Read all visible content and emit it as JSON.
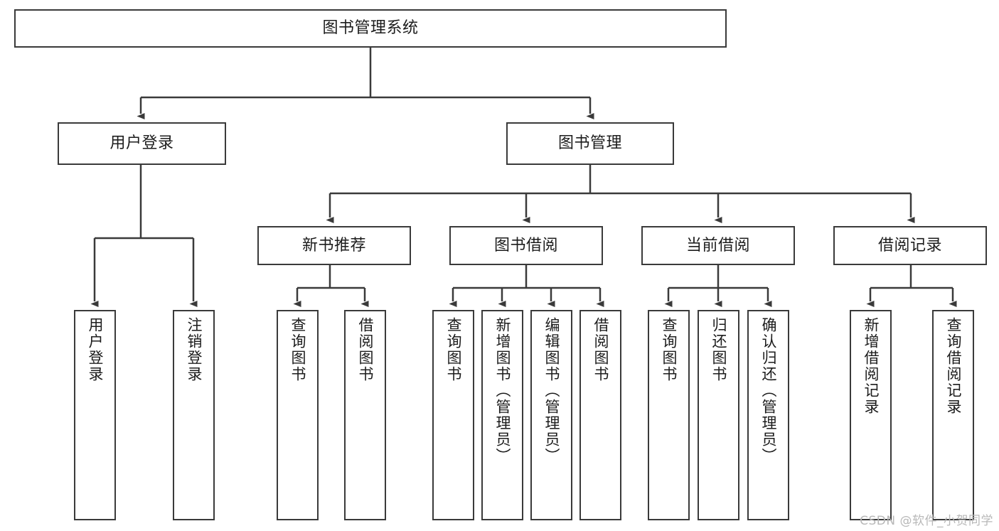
{
  "diagram": {
    "type": "tree-hierarchy",
    "root": {
      "id": "root",
      "label": "图书管理系统"
    },
    "level2": [
      {
        "id": "user-login",
        "label": "用户登录"
      },
      {
        "id": "book-management",
        "label": "图书管理"
      }
    ],
    "level3": [
      {
        "id": "new-book-recommend",
        "label": "新书推荐",
        "parent": "book-management"
      },
      {
        "id": "book-borrow",
        "label": "图书借阅",
        "parent": "book-management"
      },
      {
        "id": "current-borrow",
        "label": "当前借阅",
        "parent": "book-management"
      },
      {
        "id": "borrow-record",
        "label": "借阅记录",
        "parent": "book-management"
      }
    ],
    "leaves": [
      {
        "id": "leaf-user-login",
        "label": "用户登录",
        "parent": "user-login"
      },
      {
        "id": "leaf-user-logout",
        "label": "注销登录",
        "parent": "user-login"
      },
      {
        "id": "leaf-query-book-1",
        "label": "查询图书",
        "parent": "new-book-recommend"
      },
      {
        "id": "leaf-borrow-book-1",
        "label": "借阅图书",
        "parent": "new-book-recommend"
      },
      {
        "id": "leaf-query-book-2",
        "label": "查询图书",
        "parent": "book-borrow"
      },
      {
        "id": "leaf-add-book",
        "label": "新增图书（管理员）",
        "parent": "book-borrow"
      },
      {
        "id": "leaf-edit-book",
        "label": "编辑图书（管理员）",
        "parent": "book-borrow"
      },
      {
        "id": "leaf-borrow-book-2",
        "label": "借阅图书",
        "parent": "book-borrow"
      },
      {
        "id": "leaf-query-book-3",
        "label": "查询图书",
        "parent": "current-borrow"
      },
      {
        "id": "leaf-return-book",
        "label": "归还图书",
        "parent": "current-borrow"
      },
      {
        "id": "leaf-confirm-return",
        "label": "确认归还（管理员）",
        "parent": "current-borrow"
      },
      {
        "id": "leaf-add-record",
        "label": "新增借阅记录",
        "parent": "borrow-record"
      },
      {
        "id": "leaf-query-record",
        "label": "查询借阅记录",
        "parent": "borrow-record"
      }
    ]
  },
  "watermark": {
    "text": "CSDN @软件_小贺同学"
  },
  "colors": {
    "border": "#3a3a3a",
    "background": "#ffffff",
    "text": "#1c1c1c",
    "connector": "#3a3a3a",
    "watermark": "#b8b8b8"
  }
}
